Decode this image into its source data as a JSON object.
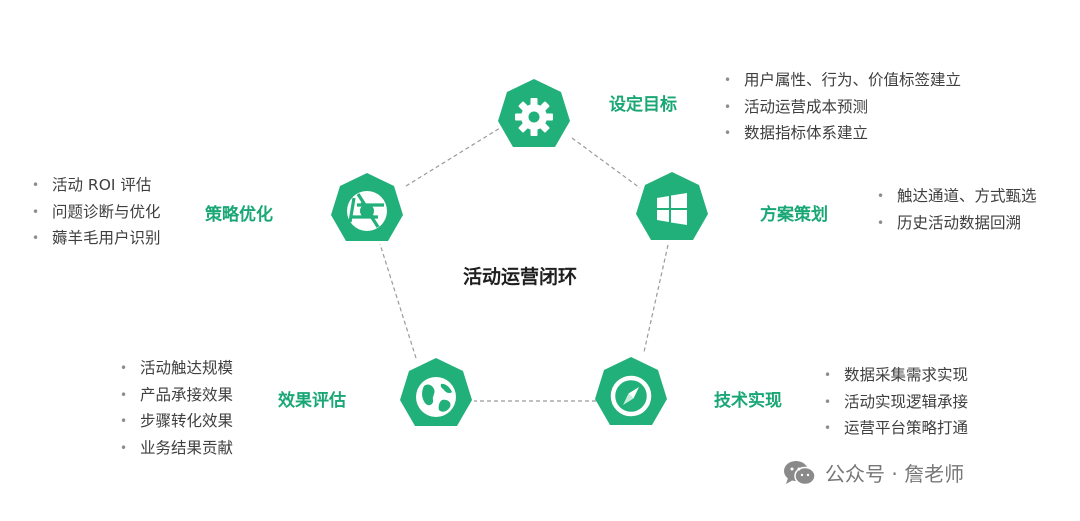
{
  "center_title": "活动运营闭环",
  "colors": {
    "accent": "#1aa776",
    "node_fill": "#22b07a",
    "line": "#9a9a9a"
  },
  "nodes": [
    {
      "id": "goal",
      "title": "设定目标",
      "icon": "gear-icon",
      "items": [
        "用户属性、行为、价值标签建立",
        "活动运营成本预测",
        "数据指标体系建立"
      ]
    },
    {
      "id": "plan",
      "title": "方案策划",
      "icon": "windows-icon",
      "items": [
        "触达通道、方式甄选",
        "历史活动数据回溯"
      ]
    },
    {
      "id": "tech",
      "title": "技术实现",
      "icon": "compass-icon",
      "items": [
        "数据采集需求实现",
        "活动实现逻辑承接",
        "运营平台策略打通"
      ]
    },
    {
      "id": "eval",
      "title": "效果评估",
      "icon": "globe-icon",
      "items": [
        "活动触达规模",
        "产品承接效果",
        "步骤转化效果",
        "业务结果贡献"
      ]
    },
    {
      "id": "optimize",
      "title": "策略优化",
      "icon": "aperture-icon",
      "items": [
        "活动 ROI 评估",
        "问题诊断与优化",
        "薅羊毛用户识别"
      ]
    }
  ],
  "watermark": {
    "text": "公众号 · 詹老师",
    "icon": "wechat-icon"
  }
}
